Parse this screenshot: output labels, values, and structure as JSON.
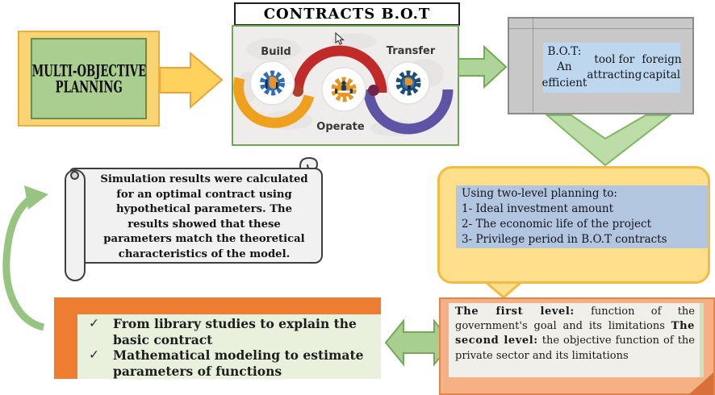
{
  "colors": {
    "yellow_fill": "#FAD473",
    "yellow_border": "#EDAF3B",
    "green_box_fill": "#A9CE90",
    "green_box_border": "#668F4E",
    "green_arrow_fill": "#AFD49A",
    "green_arrow_border": "#71AC4F",
    "orange_accent": "#ED7D31",
    "salmon_fill": "#F5B183",
    "blue_panel_light": "#BDD7EE",
    "blue_panel_slate": "#B3C6E0",
    "gray_box": "#C8C8C8",
    "arc_orange": "#EFA11E",
    "arc_red": "#C02B2A",
    "arc_purple": "#5F53A5"
  },
  "icons": {
    "check": "✓"
  },
  "left_box": {
    "lines": [
      "MULTI-OBJECTIVE",
      "PLANNING"
    ]
  },
  "contracts": {
    "title": "CONTRACTS B.O.T",
    "labels": {
      "build": "Build",
      "operate": "Operate",
      "transfer": "Transfer"
    }
  },
  "bot_note": {
    "lines": [
      "B.O.T:  An efficient",
      "tool for attracting",
      "foreign capital"
    ]
  },
  "bubble": {
    "lines": [
      "Using two-level planning to:",
      "1- Ideal investment amount",
      "2- The economic life of the project",
      "3- Privilege period in B.O.T contracts"
    ]
  },
  "scroll": {
    "lines": [
      "Simulation results were calculated",
      "for an optimal contract using",
      "hypothetical parameters. The",
      "results showed that these",
      "parameters match the theoretical",
      "characteristics of the model."
    ]
  },
  "checklist": {
    "items": [
      "From library studies to explain the basic contract",
      "Mathematical modeling to estimate parameters of functions"
    ]
  },
  "levels": {
    "parts": [
      {
        "bold": "The first level:",
        "text": " function of the government's goal and its limitations "
      },
      {
        "bold": "The second level:",
        "text": " the objective function of the private sector and its limitations"
      }
    ]
  }
}
